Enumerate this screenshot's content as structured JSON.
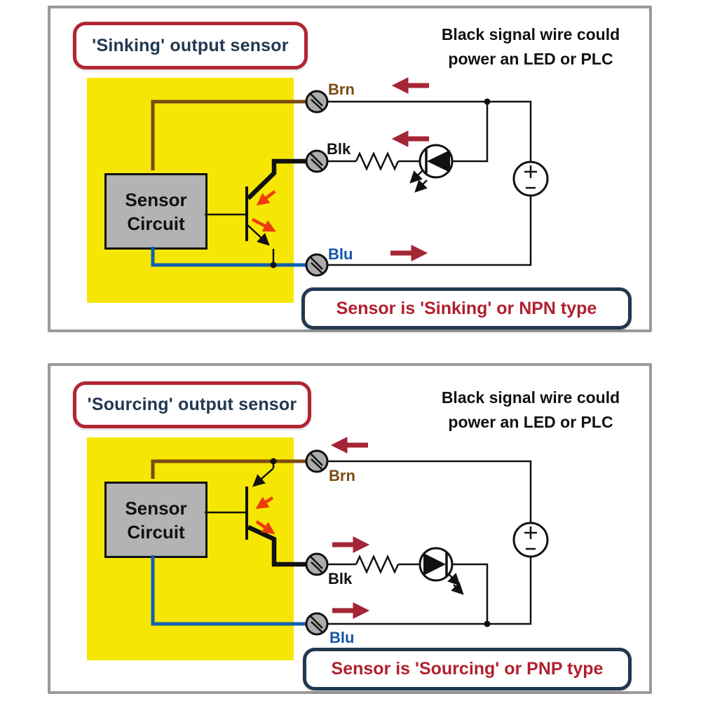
{
  "colors": {
    "panel_border": "#9a9a9a",
    "yellow_highlight": "#f6e604",
    "title_box_border": "#b22533",
    "result_box_border": "#223850",
    "result_text": "#b0212e",
    "title_text_navy": "#223850",
    "brown_wire": "#7b4a12",
    "blue_wire": "#1160ae",
    "black_wire": "#111111",
    "current_arrow_crimson": "#a42635",
    "transistor_arrow_orange": "#ee3b0c",
    "sensor_box_gray": "#b3b3b3",
    "terminal_gray": "#acacac"
  },
  "panels": [
    {
      "title": "'Sinking' output sensor",
      "headline": {
        "line1": "Black signal wire could",
        "line2": "power an LED or PLC"
      },
      "sensor_box": {
        "line1": "Sensor",
        "line2": "Circuit"
      },
      "wires": {
        "brown_label": "Brn",
        "black_label": "Blk",
        "blue_label": "Blu"
      },
      "power_supply": {
        "positive": "+",
        "negative": "-"
      },
      "result_label": "Sensor is 'Sinking' or NPN type"
    },
    {
      "title": "'Sourcing' output sensor",
      "headline": {
        "line1": "Black signal wire could",
        "line2": "power an LED or PLC"
      },
      "sensor_box": {
        "line1": "Sensor",
        "line2": "Circuit"
      },
      "wires": {
        "brown_label": "Brn",
        "black_label": "Blk",
        "blue_label": "Blu"
      },
      "power_supply": {
        "positive": "+",
        "negative": "-"
      },
      "result_label": "Sensor is 'Sourcing' or PNP type"
    }
  ]
}
